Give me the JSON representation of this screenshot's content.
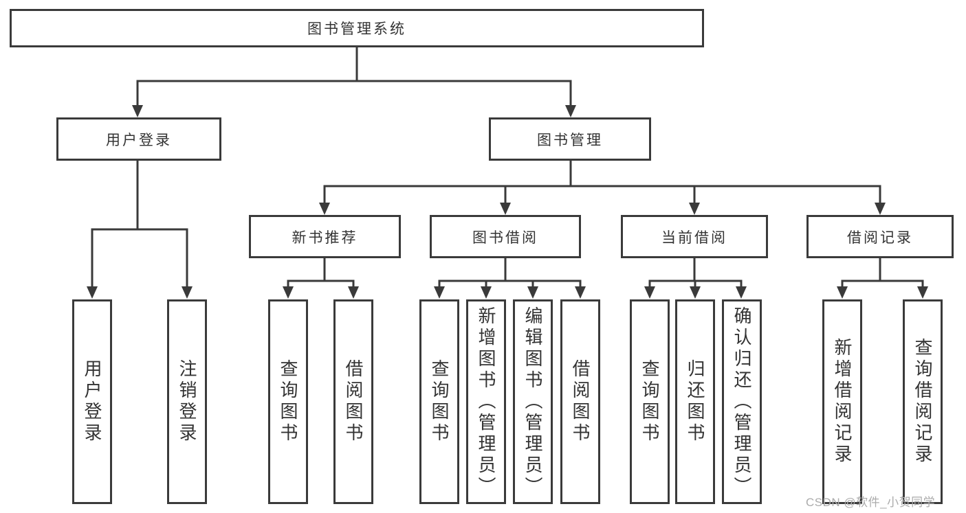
{
  "tree": {
    "label": "图书管理系统",
    "children": [
      {
        "label": "用户登录",
        "children": [
          {
            "label": "用户登录"
          },
          {
            "label": "注销登录"
          }
        ]
      },
      {
        "label": "图书管理",
        "children": [
          {
            "label": "新书推荐",
            "children": [
              {
                "label": "查询图书"
              },
              {
                "label": "借阅图书"
              }
            ]
          },
          {
            "label": "图书借阅",
            "children": [
              {
                "label": "查询图书"
              },
              {
                "label": "新增图书（管理员）"
              },
              {
                "label": "编辑图书（管理员）"
              },
              {
                "label": "借阅图书"
              }
            ]
          },
          {
            "label": "当前借阅",
            "children": [
              {
                "label": "查询图书"
              },
              {
                "label": "归还图书"
              },
              {
                "label": "确认归还（管理员）"
              }
            ]
          },
          {
            "label": "借阅记录",
            "children": [
              {
                "label": "新增借阅记录"
              },
              {
                "label": "查询借阅记录"
              }
            ]
          }
        ]
      }
    ]
  },
  "watermark": {
    "text": "CSDN @软件_小贺同学"
  },
  "colors": {
    "line": "#3a3a3a",
    "box_border": "#3a3a3a",
    "text": "#333333",
    "watermark_text": "#ababab",
    "background": "#ffffff"
  }
}
